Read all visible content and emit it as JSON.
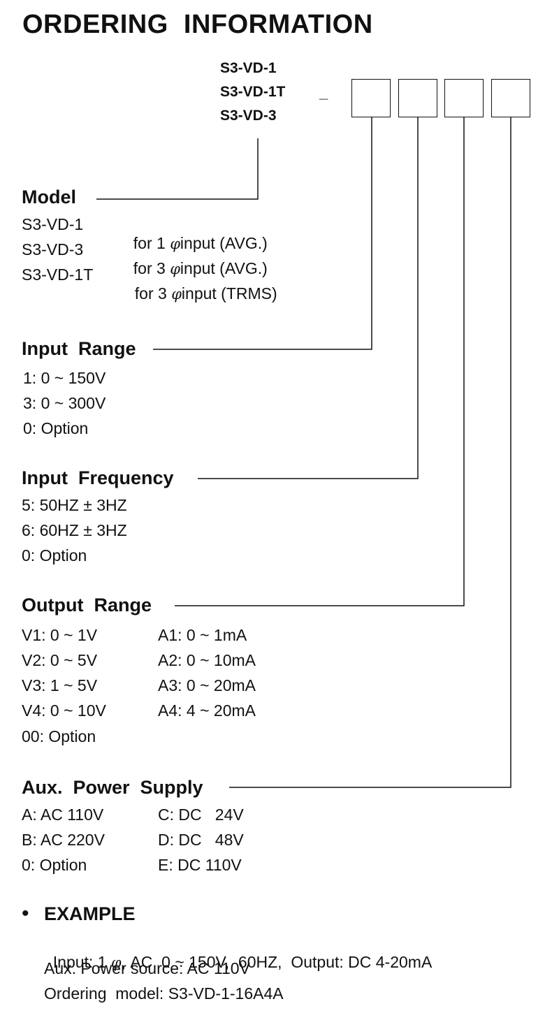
{
  "title": "ORDERING  INFORMATION",
  "codes": {
    "model_a": "S3-VD-1",
    "model_b": "S3-VD-1T",
    "model_c": "S3-VD-3",
    "separator": "_"
  },
  "model": {
    "heading": "Model",
    "rows": [
      {
        "code": "S3-VD-1",
        "desc_pre": "for 1",
        "phi": "φ",
        "desc_post": "input (AVG.)"
      },
      {
        "code": "S3-VD-3",
        "desc_pre": "for 3",
        "phi": "φ",
        "desc_post": "input (AVG.)"
      },
      {
        "code": "S3-VD-1T",
        "desc_pre": "for 3",
        "phi": "φ",
        "desc_post": "input (TRMS)"
      }
    ]
  },
  "input_range": {
    "heading": "Input  Range",
    "items": [
      "1: 0 ~ 150V",
      "3: 0 ~ 300V",
      "0: Option"
    ]
  },
  "input_frequency": {
    "heading": "Input  Frequency",
    "items": [
      "5: 50HZ ± 3HZ",
      "6: 60HZ ± 3HZ",
      "0: Option"
    ]
  },
  "output_range": {
    "heading": "Output  Range",
    "left": [
      "V1: 0 ~ 1V",
      "V2: 0 ~ 5V",
      "V3: 1 ~ 5V",
      "V4: 0 ~ 10V",
      "00: Option"
    ],
    "right": [
      "A1: 0 ~ 1mA",
      "A2: 0 ~ 10mA",
      "A3: 0 ~ 20mA",
      "A4: 4 ~ 20mA"
    ]
  },
  "aux_power": {
    "heading": "Aux.  Power  Supply",
    "left": [
      "A: AC 110V",
      "B: AC 220V",
      "0: Option"
    ],
    "right": [
      "C: DC   24V",
      "D: DC   48V",
      "E: DC 110V"
    ]
  },
  "example": {
    "bullet": "•",
    "heading": "EXAMPLE",
    "line1_pre": "Input: 1",
    "line1_phi": "φ",
    "line1_post": ", AC  0 ~ 150V,  60HZ,  Output: DC 4-20mA",
    "line2": "Aux. Power source: AC 110V",
    "line3": "Ordering  model: S3-VD-1-16A4A"
  }
}
